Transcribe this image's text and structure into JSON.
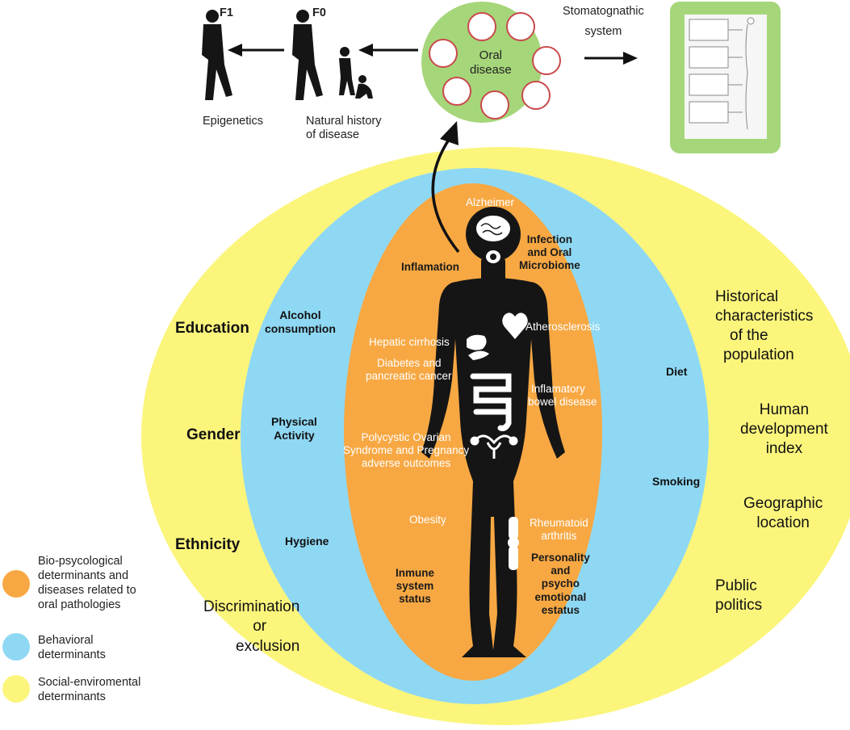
{
  "top": {
    "gen_f1": "F1",
    "gen_f0": "F0",
    "epigenetics": "Epigenetics",
    "natural_history": [
      "Natural history",
      "of disease"
    ],
    "oral_disease": [
      "Oral",
      "disease"
    ],
    "stomatognathic": [
      "Stomatognathic",
      "system"
    ]
  },
  "social": {
    "education": "Education",
    "gender": "Gender",
    "ethnicity": "Ethnicity",
    "discrimination": [
      "Discrimination",
      "or",
      "exclusion"
    ],
    "historical": [
      "Historical",
      "characteristics",
      "of the",
      "population"
    ],
    "hdi": [
      "Human",
      "development",
      "index"
    ],
    "geographic": [
      "Geographic",
      "location"
    ],
    "public": [
      "Public",
      "politics"
    ]
  },
  "behavioral": {
    "alcohol": [
      "Alcohol",
      "consumption"
    ],
    "physical": [
      "Physical",
      "Activity"
    ],
    "hygiene": "Hygiene",
    "diet": "Diet",
    "smoking": "Smoking"
  },
  "bio": {
    "alzheimer": "Alzheimer",
    "inflamation": "Inflamation",
    "infection": [
      "Infection",
      "and Oral",
      "Microbiome"
    ],
    "hepatic": "Hepatic cirrhosis",
    "atherosclerosis": "Atherosclerosis",
    "diabetes": [
      "Diabetes and",
      "pancreatic cancer"
    ],
    "ibd": [
      "Inflamatory",
      "bowel disease"
    ],
    "pcos": [
      "Polycystic Ovarian",
      "Syndrome and Pregnancy",
      "adverse outcomes"
    ],
    "obesity": "Obesity",
    "rheumatoid": [
      "Rheumatoid",
      "arthritis"
    ],
    "personality": [
      "Personality",
      "and",
      "psycho",
      "emotional",
      "estatus"
    ],
    "immune": [
      "Inmune",
      "system",
      "status"
    ]
  },
  "legend": [
    {
      "text": [
        "Bio-psycological",
        "determinants and",
        "diseases related to",
        "oral pathologies"
      ],
      "color": "#f7a843"
    },
    {
      "text": [
        "Behavioral",
        "determinants"
      ],
      "color": "#8fd8f4"
    },
    {
      "text": [
        "Social-enviromental",
        "determinants"
      ],
      "color": "#fbf57c"
    }
  ],
  "colors": {
    "social": "#fbf57c",
    "behavioral": "#8fd8f4",
    "bio": "#f7a843",
    "oral_circle": "#a6d67a",
    "stoma_panel": "#a6d67a",
    "silhouette": "#151515"
  }
}
